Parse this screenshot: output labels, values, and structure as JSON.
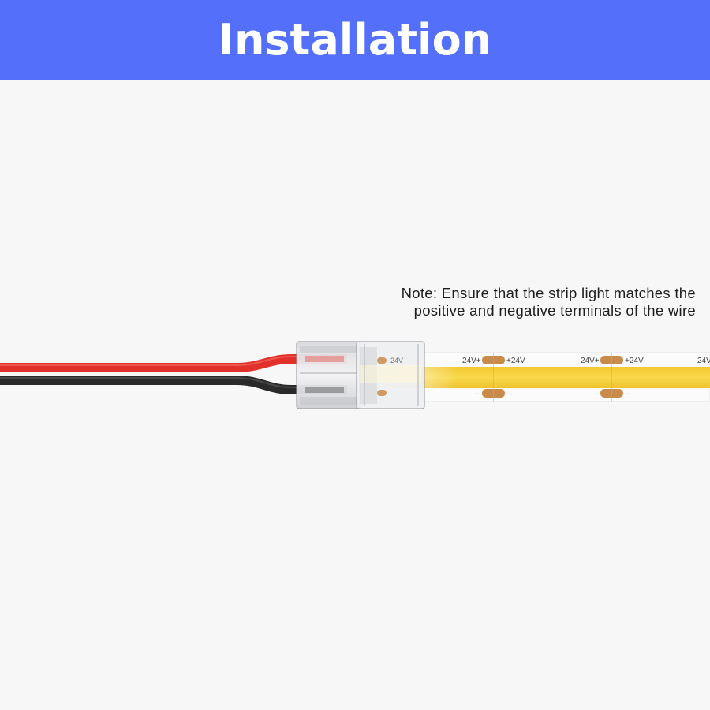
{
  "header": {
    "title": "Installation"
  },
  "note": {
    "line1": "Note: Ensure that the strip light matches the",
    "line2": "positive and negative terminals of the wire"
  },
  "strip": {
    "labels": {
      "connector_pad": "24V",
      "pad_left": "24V+",
      "pad_right": "+24V",
      "neg_left": "–",
      "neg_right": "–",
      "edge": "24V"
    }
  },
  "colors": {
    "header": "#5470fb",
    "red_wire": "#e2302b",
    "black_wire": "#2a2a2a",
    "strip": "#f7d23a",
    "pad": "#c98b4c"
  }
}
